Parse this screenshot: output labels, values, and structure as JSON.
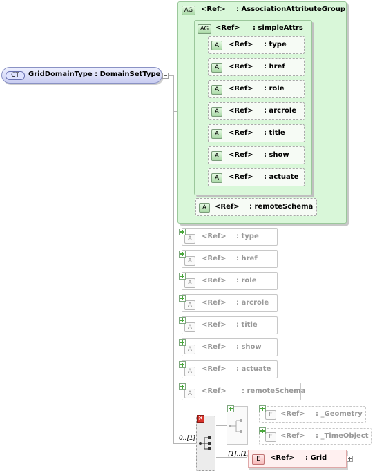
{
  "complex_type": {
    "badge": "CT",
    "label": "GridDomainType : DomainSetType"
  },
  "association_group": {
    "badge": "AG",
    "ref": "<Ref>",
    "name": ": AssociationAttributeGroup",
    "simple_attrs": {
      "badge": "AG",
      "ref": "<Ref>",
      "name": ": simpleAttrs",
      "items": [
        {
          "badge": "A",
          "ref": "<Ref>",
          "name": ": type"
        },
        {
          "badge": "A",
          "ref": "<Ref>",
          "name": ": href"
        },
        {
          "badge": "A",
          "ref": "<Ref>",
          "name": ": role"
        },
        {
          "badge": "A",
          "ref": "<Ref>",
          "name": ": arcrole"
        },
        {
          "badge": "A",
          "ref": "<Ref>",
          "name": ": title"
        },
        {
          "badge": "A",
          "ref": "<Ref>",
          "name": ": show"
        },
        {
          "badge": "A",
          "ref": "<Ref>",
          "name": ": actuate"
        }
      ]
    },
    "remote": {
      "badge": "A",
      "ref": "<Ref>",
      "name": ": remoteSchema"
    }
  },
  "collapsed_attrs": [
    {
      "badge": "A",
      "ref": "<Ref>",
      "name": ": type"
    },
    {
      "badge": "A",
      "ref": "<Ref>",
      "name": ": href"
    },
    {
      "badge": "A",
      "ref": "<Ref>",
      "name": ": role"
    },
    {
      "badge": "A",
      "ref": "<Ref>",
      "name": ": arcrole"
    },
    {
      "badge": "A",
      "ref": "<Ref>",
      "name": ": title"
    },
    {
      "badge": "A",
      "ref": "<Ref>",
      "name": ": show"
    },
    {
      "badge": "A",
      "ref": "<Ref>",
      "name": ": actuate"
    },
    {
      "badge": "A",
      "ref": "<Ref>",
      "name": ": remoteSchema"
    }
  ],
  "sequence": {
    "occurrence": "0..[1]",
    "close_symbol": "×"
  },
  "choice_items": [
    {
      "badge": "E",
      "ref": "<Ref>",
      "name": ": _Geometry"
    },
    {
      "badge": "E",
      "ref": "<Ref>",
      "name": ": _TimeObject"
    }
  ],
  "grid_element": {
    "badge": "E",
    "ref": "<Ref>",
    "name": ": Grid",
    "occurrence": "[1]..[1]"
  }
}
